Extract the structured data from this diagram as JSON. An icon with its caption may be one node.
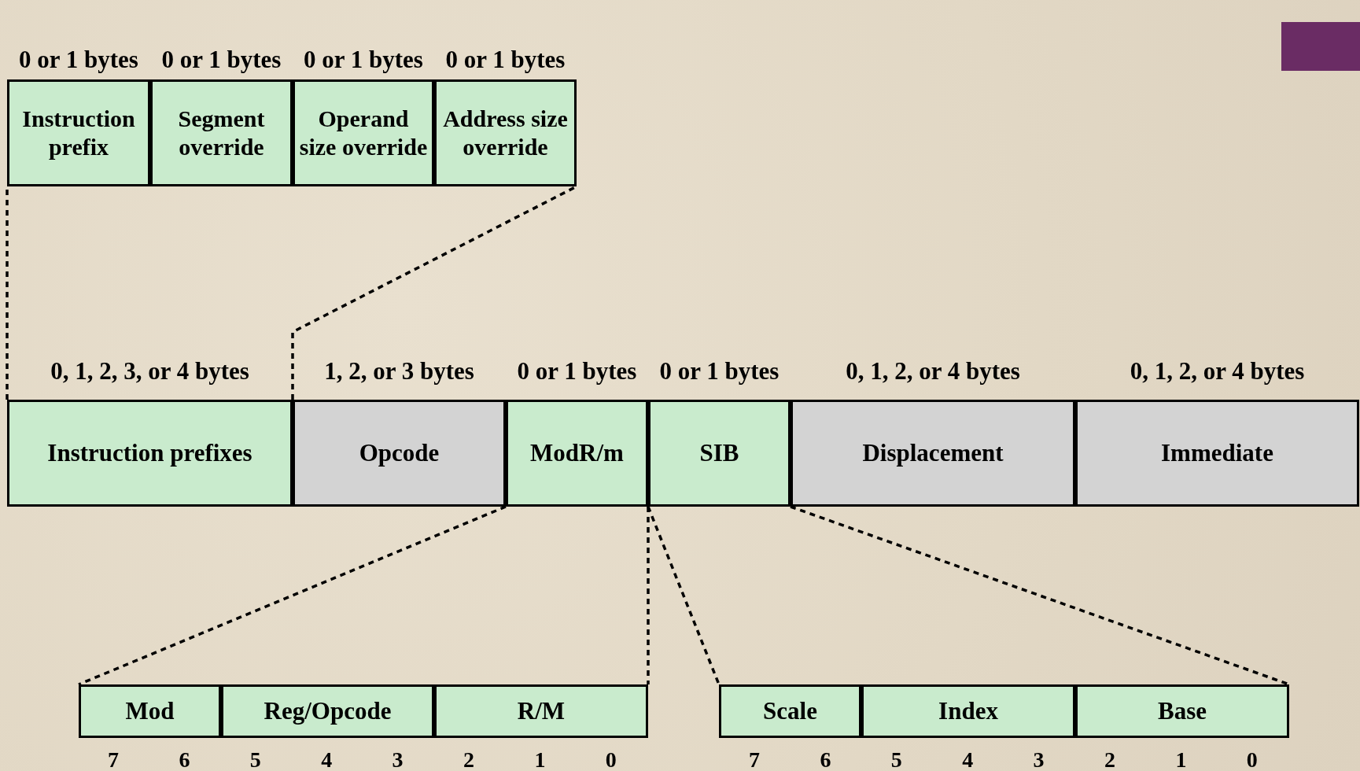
{
  "diagram": {
    "nodes": [
      {
        "text": [
          "Instruction prefix"
        ],
        "beside": [
          "0 or 1 bytes"
        ]
      },
      {
        "text": [
          "Segment override"
        ],
        "beside": [
          "0 or 1 bytes"
        ]
      },
      {
        "text": [
          "Operand size override"
        ],
        "beside": [
          "0 or 1 bytes"
        ]
      },
      {
        "text": [
          "Address size override"
        ],
        "beside": [
          "0 or 1 bytes"
        ]
      },
      {
        "text": [
          "Instruction prefixes"
        ],
        "beside": [
          "0, 1, 2, 3, or 4 bytes"
        ]
      },
      {
        "text": [
          "Opcode"
        ],
        "beside": [
          "1, 2, or 3 bytes"
        ]
      },
      {
        "text": [
          "ModR/m"
        ],
        "beside": [
          "0 or 1 bytes"
        ]
      },
      {
        "text": [
          "SIB"
        ],
        "beside": [
          "0 or 1 bytes"
        ]
      },
      {
        "text": [
          "Displacement"
        ],
        "beside": [
          "0, 1, 2, or 4 bytes"
        ]
      },
      {
        "text": [
          "Immediate"
        ],
        "beside": [
          "0, 1, 2, or 4 bytes"
        ]
      },
      {
        "text": [
          "Mod"
        ]
      },
      {
        "text": [
          "Reg/Opcode"
        ]
      },
      {
        "text": [
          "R/M"
        ]
      },
      {
        "text": [
          "Scale"
        ]
      },
      {
        "text": [
          "Index"
        ]
      },
      {
        "text": [
          "Base"
        ]
      }
    ],
    "edges": [
      {
        "from": 4,
        "to": 0,
        "arrow": "none",
        "style": "dashed"
      },
      {
        "from": 4,
        "to": 3,
        "arrow": "none",
        "style": "dashed"
      },
      {
        "from": 6,
        "to": 10,
        "arrow": "none",
        "style": "dashed"
      },
      {
        "from": 6,
        "to": 12,
        "arrow": "none",
        "style": "dashed"
      },
      {
        "from": 7,
        "to": 13,
        "arrow": "none",
        "style": "dashed"
      },
      {
        "from": 7,
        "to": 15,
        "arrow": "none",
        "style": "dashed"
      }
    ],
    "labels": [
      "7",
      "6",
      "5",
      "4",
      "3",
      "2",
      "1",
      "0",
      "7",
      "6",
      "5",
      "4",
      "3",
      "2",
      "1",
      "0"
    ]
  }
}
